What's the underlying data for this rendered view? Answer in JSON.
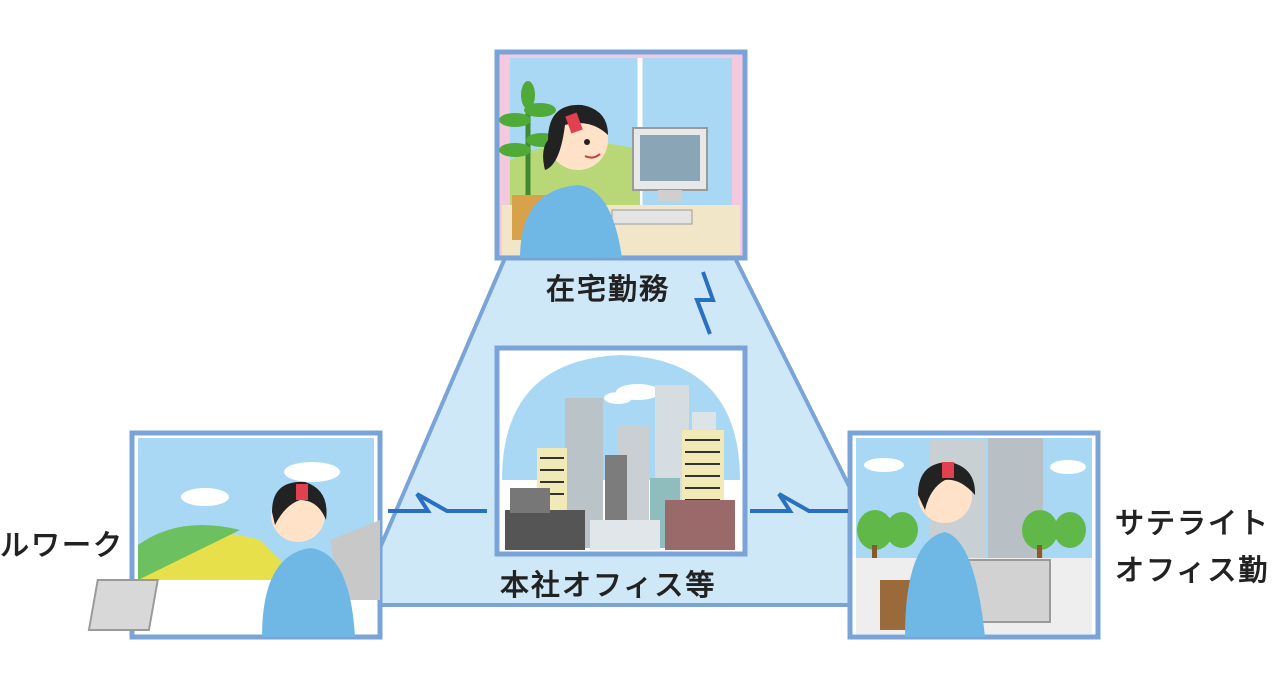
{
  "labels": {
    "home": "在宅勤務",
    "hq": "本社オフィス等",
    "mobile_partial": "ルワーク",
    "satellite_line1": "サテライト",
    "satellite_line2": "オフィス勤"
  },
  "icons": [
    "home-office-worker-illustration",
    "headquarters-buildings-illustration",
    "mobile-worker-illustration",
    "satellite-office-worker-illustration",
    "lightning-bolt-icon"
  ],
  "colors": {
    "frame": "#7aa3d8",
    "triangle_fill": "#cfe8f8",
    "bolt": "#2b6fc0",
    "sky": "#a9d8f5"
  }
}
